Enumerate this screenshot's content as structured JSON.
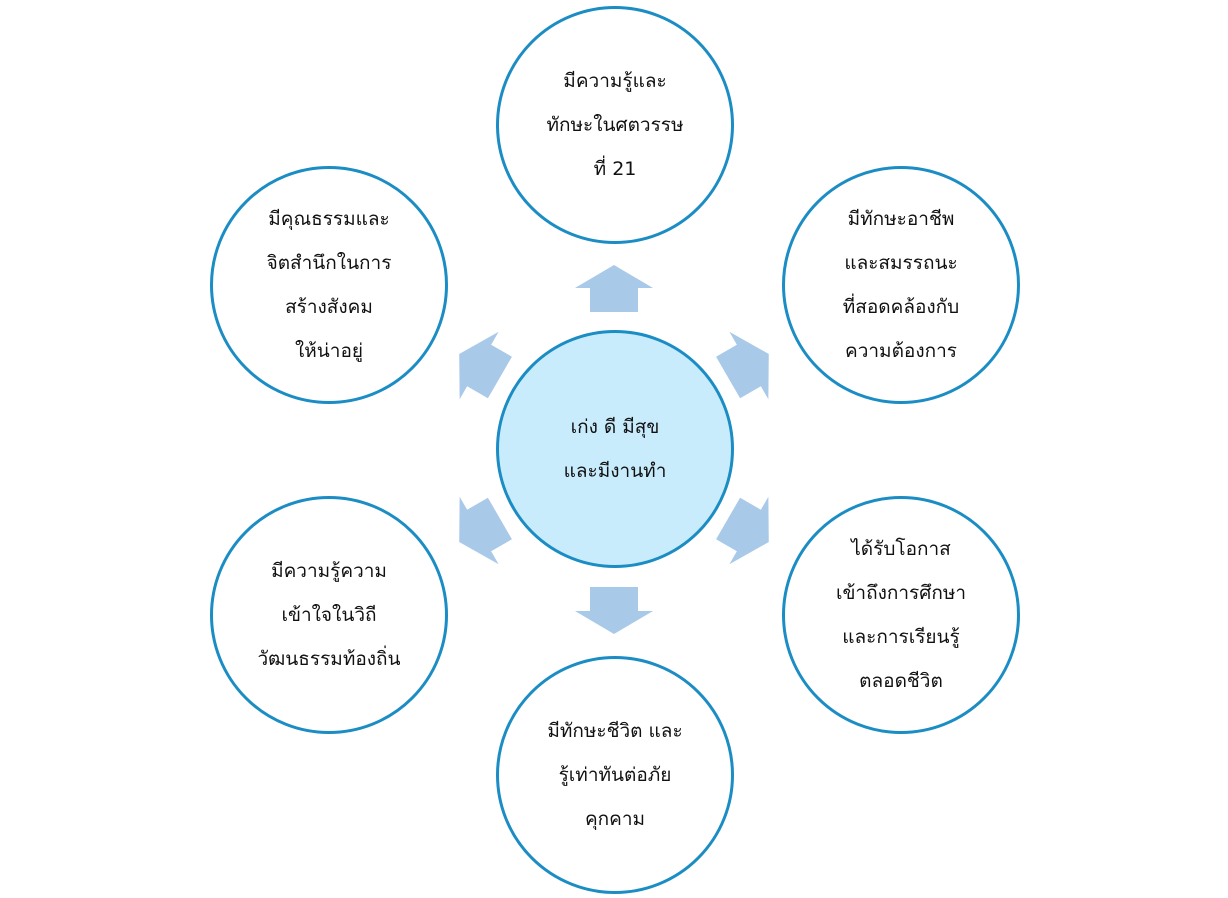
{
  "center": {
    "lines": [
      "เก่ง ดี มีสุข",
      "และมีงานทำ"
    ]
  },
  "nodes": [
    {
      "lines": [
        "มีความรู้และ",
        "ทักษะในศตวรรษ",
        "ที่ 21"
      ]
    },
    {
      "lines": [
        "มีทักษะอาชีพ",
        "และสมรรถนะ",
        "ที่สอดคล้องกับ",
        "ความต้องการ"
      ]
    },
    {
      "lines": [
        "ได้รับโอกาส",
        "เข้าถึงการศึกษา",
        "และการเรียนรู้",
        "ตลอดชีวิต"
      ]
    },
    {
      "lines": [
        "มีทักษะชีวิต และ",
        "รู้เท่าทันต่อภัย",
        "คุกคาม"
      ]
    },
    {
      "lines": [
        "มีความรู้ความ",
        "เข้าใจในวิถี",
        "วัฒนธรรมท้องถิ่น"
      ]
    },
    {
      "lines": [
        "มีคุณธรรมและ",
        "จิตสำนึกในการ",
        "สร้างสังคม",
        "ให้น่าอยู่"
      ]
    }
  ],
  "colors": {
    "border": "#1b8dc4",
    "center_fill": "#c8ecfc",
    "arrow": "#a9c9e8"
  }
}
